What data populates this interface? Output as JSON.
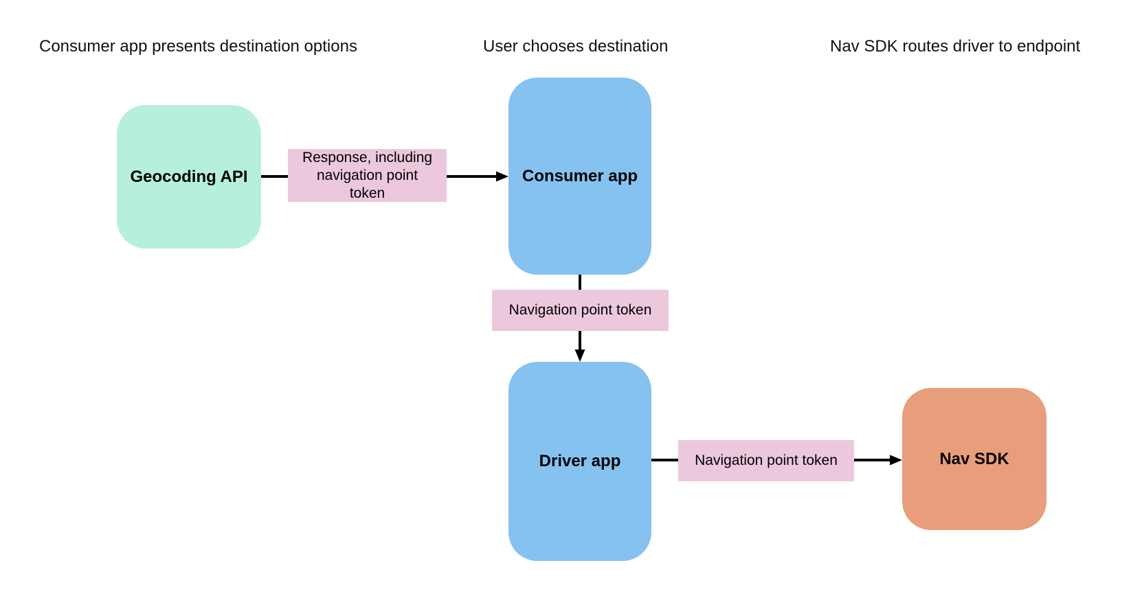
{
  "headers": [
    {
      "label": "Consumer app presents destination options"
    },
    {
      "label": "User chooses destination"
    },
    {
      "label": "Nav SDK routes driver to endpoint"
    }
  ],
  "nodes": [
    {
      "id": "geocoding-api",
      "label": "Geocoding API",
      "color": "mint-green"
    },
    {
      "id": "consumer-app",
      "label": "Consumer app",
      "color": "blue"
    },
    {
      "id": "driver-app",
      "label": "Driver app",
      "color": "blue"
    },
    {
      "id": "nav-sdk",
      "label": "Nav SDK",
      "color": "salmon-orange"
    }
  ],
  "edges": [
    {
      "from": "Geocoding API",
      "to": "Consumer app",
      "label": "Response, including\nnavigation point\ntoken"
    },
    {
      "from": "Consumer app",
      "to": "Driver app",
      "label": "Navigation point token"
    },
    {
      "from": "Driver app",
      "to": "Nav SDK",
      "label": "Navigation point token"
    }
  ],
  "colors": {
    "node_green": "#b6f0dd",
    "node_blue": "#85c2f0",
    "node_orange": "#e99e7b",
    "edge_label_pink": "#ecc8dd",
    "connector": "#000000",
    "text": "#111111",
    "background": "#ffffff"
  }
}
